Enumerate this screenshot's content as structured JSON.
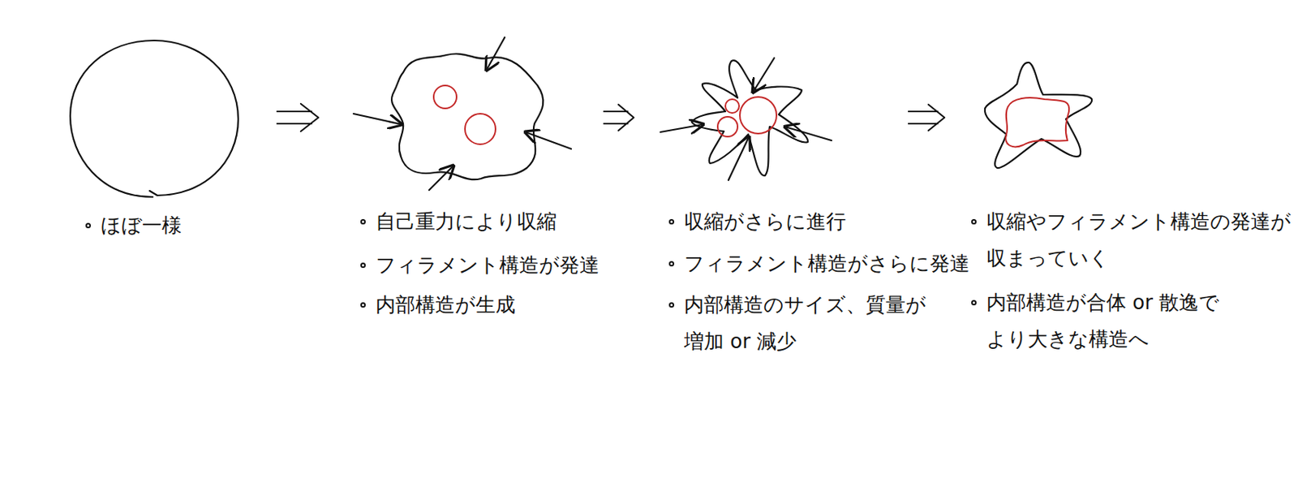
{
  "diagram": {
    "labels": [
      "ほぼ一様",
      "自己重力により収縮",
      "フィラメント構造が発達",
      "内部構造が生成",
      "収縮がさらに進行",
      "フィラメント構造がさらに発達",
      "内部構造のサイズ、質量が 増加 or 減少",
      "収縮やフィラメント構造の発達が 収まっていく",
      "内部構造が合体 or 散逸で より大きな構造へ"
    ]
  }
}
